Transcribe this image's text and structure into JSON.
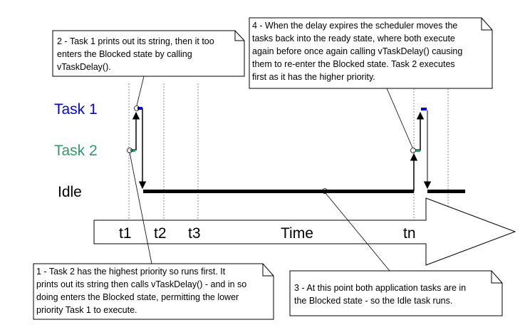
{
  "diagram": {
    "title": "Task execution timeline",
    "colors": {
      "task1": "#0000ff",
      "task2": "#2e9a6a",
      "idle": "#000000",
      "line": "#000000",
      "grid": "#888888"
    },
    "rows": [
      {
        "id": "task1",
        "label": "Task 1"
      },
      {
        "id": "task2",
        "label": "Task 2"
      },
      {
        "id": "idle",
        "label": "Idle"
      }
    ],
    "time_axis": {
      "label": "Time",
      "ticks": [
        "t1",
        "t2",
        "t3",
        "tn"
      ]
    },
    "callouts": [
      {
        "id": "note-1",
        "lines": [
          "1 - Task 2 has the highest priority so runs first.  It",
          "prints out its string then calls vTaskDelay() - and in so",
          "doing enters the Blocked state, permitting the lower",
          "priority Task 1 to execute."
        ]
      },
      {
        "id": "note-2",
        "lines": [
          "2 - Task 1 prints out its string, then it too",
          "enters the Blocked state by calling",
          "vTaskDelay()."
        ]
      },
      {
        "id": "note-3",
        "lines": [
          "3 - At this point both application tasks are in",
          "the Blocked state - so the Idle task runs."
        ]
      },
      {
        "id": "note-4",
        "lines": [
          "4 - When the delay expires the scheduler moves the",
          "tasks back into the ready state, where both execute",
          "again before once again calling vTaskDelay() causing",
          "them to re-enter the Blocked state.  Task 2 executes",
          "first as it has the higher priority."
        ]
      }
    ]
  }
}
